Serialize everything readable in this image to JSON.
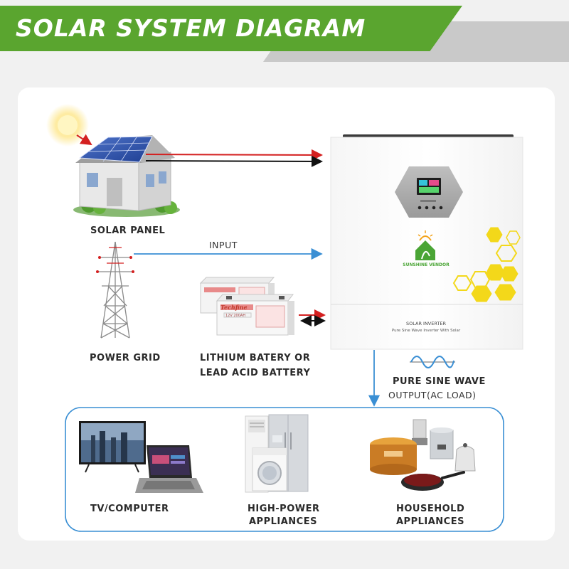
{
  "header": {
    "title": "SOLAR SYSTEM DIAGRAM"
  },
  "labels": {
    "solar_panel": "SOLAR PANEL",
    "input": "INPUT",
    "power_grid": "POWER GRID",
    "battery_line1": "LITHIUM BATERY OR",
    "battery_line2": "LEAD ACID BATTERY",
    "sine_line1": "PURE SINE WAVE",
    "sine_line2": "OUTPUT(AC LOAD)",
    "tv_computer": "TV/COMPUTER",
    "high_power_line1": "HIGH-POWER",
    "high_power_line2": "APPLIANCES",
    "household_line1": "HOUSEHOLD",
    "household_line2": "APPLIANCES"
  },
  "inverter": {
    "title": "SOLAR INVERTER",
    "subtitle": "Pure Sine Wave Inverter With Solar",
    "brand": "SUNSHINE VENDOR"
  },
  "battery": {
    "brand": "Techfine",
    "model": "12V 200AH"
  },
  "colors": {
    "banner_green": "#5aa52f",
    "flow_blue": "#3a8fd4",
    "panel_wire_red": "#d42020",
    "panel_wire_black": "#111111",
    "hex_gold": "#f3d81a"
  }
}
